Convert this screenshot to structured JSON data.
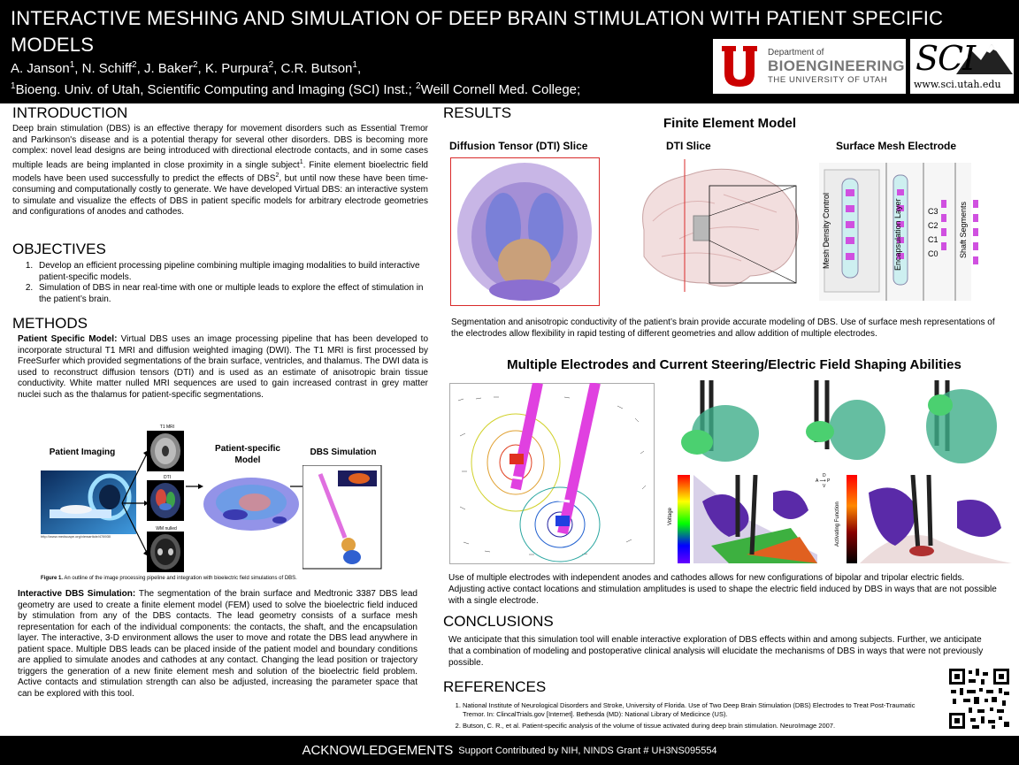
{
  "header": {
    "title": "INTERACTIVE MESHING AND SIMULATION OF DEEP BRAIN STIMULATION WITH PATIENT SPECIFIC MODELS",
    "authors": [
      {
        "name": "A. Janson",
        "sup": "1"
      },
      {
        "name": "N. Schiff",
        "sup": "2"
      },
      {
        "name": "J. Baker",
        "sup": "2"
      },
      {
        "name": "K. Purpura",
        "sup": "2"
      },
      {
        "name": "C.R. Butson",
        "sup": "1"
      }
    ],
    "affil_1_sup": "1",
    "affil_1": "Bioeng. Univ. of Utah, Scientific Computing and Imaging (SCI) Inst.; ",
    "affil_2_sup": "2",
    "affil_2": "Weill Cornell Med. College;",
    "logo_uofu": {
      "dept": "Department of",
      "name": "BIOENGINEERING",
      "univ": "THE UNIVERSITY OF UTAH"
    },
    "logo_sci": {
      "text": "SCI",
      "url": "www.sci.utah.edu"
    }
  },
  "intro": {
    "heading": "INTRODUCTION",
    "text_a": "Deep brain stimulation (DBS) is an effective therapy for movement disorders such as Essential Tremor and Parkinson's disease and is a potential therapy for several other disorders. DBS is becoming more complex: novel lead designs are being introduced with directional electrode contacts, and in some cases multiple leads are being implanted in close proximity in a single subject",
    "sup_a": "1",
    "text_b": ". Finite element bioelectric field models have been used successfully to predict the effects of DBS",
    "sup_b": "2",
    "text_c": ", but until now these have been time-consuming and computationally costly to generate. We have developed Virtual DBS: an interactive system to simulate and visualize the effects of DBS in patient specific models for arbitrary electrode geometries and configurations of anodes and cathodes."
  },
  "objectives": {
    "heading": "OBJECTIVES",
    "items": [
      "Develop an efficient processing pipeline combining multiple imaging modalities to build interactive patient-specific models.",
      "Simulation of DBS in near real-time with one or multiple leads to explore the effect of stimulation in the patient’s brain."
    ]
  },
  "methods": {
    "heading": "METHODS",
    "psm_label": "Patient Specific Model:",
    "psm_text": " Virtual DBS uses an image processing pipeline that has been developed to incorporate structural T1 MRI and diffusion weighted imaging (DWI). The T1 MRI is first processed by FreeSurfer which provided segmentations of the brain surface, ventricles, and thalamus. The DWI data is used to reconstruct diffusion tensors (DTI) and is used as an estimate of anisotropic brain tissue conductivity. White matter nulled MRI sequences are used to gain increased contrast in grey matter nuclei such as the thalamus for patient-specific segmentations.",
    "fig": {
      "patient_imaging": "Patient Imaging",
      "t1": "T1 MRI",
      "dti": "DTI",
      "wm": "WM nulled",
      "psm": "Patient-specific Model",
      "sim": "DBS Simulation",
      "url": "http://www.medscape.org/viewarticle/478930",
      "caption_label": "Figure 1.",
      "caption": " An outline of the image processing pipeline and integration with bioelectric field simulations of DBS."
    },
    "ids_label": "Interactive DBS Simulation:",
    "ids_text": " The segmentation of the brain surface and Medtronic 3387 DBS lead geometry are used to create a finite element model (FEM) used to solve the bioelectric field  induced by stimulation from any of the DBS contacts. The lead geometry consists of a surface mesh representation for each of the individual components: the contacts, the shaft, and the encapsulation layer. The interactive, 3-D environment allows the user to move and rotate the DBS lead anywhere in patient space. Multiple DBS leads can be placed inside of the patient model and boundary conditions are applied to simulate anodes and cathodes at any contact. Changing the lead position or trajectory triggers the generation of a new finite element mesh and solution of the bioelectric field problem. Active contacts and stimulation strength can also be adjusted, increasing the parameter space that can be explored with this tool."
  },
  "results": {
    "heading": "RESULTS",
    "fem_title": "Finite Element Model",
    "dti_slice_label": "Diffusion Tensor (DTI) Slice",
    "dti_label": "DTI Slice",
    "surface_label": "Surface Mesh Electrode",
    "mesh_labels": {
      "mesh_density": "Mesh Density Control",
      "encapsulation": "Encapsulation Layer",
      "shaft": "Shaft Segments",
      "contacts": [
        "C3",
        "C2",
        "C1",
        "C0"
      ]
    },
    "fem_caption": "Segmentation and anisotropic conductivity of the patient’s brain provide accurate modeling of DBS. Use of surface mesh representations of the electrodes allow flexibility in rapid testing of different geometries and allow addition of multiple electrodes.",
    "multi_title": "Multiple Electrodes and Current Steering/Electric Field Shaping Abilities",
    "voltage_label": "Voltage",
    "af_label": "Activating Function",
    "multi_caption": "Use of multiple electrodes with independent anodes and cathodes allows for new configurations of bipolar and tripolar electric fields. Adjusting active contact locations and stimulation amplitudes is used to shape the electric field induced by DBS in ways that are not possible with a single electrode."
  },
  "conclusions": {
    "heading": "CONCLUSIONS",
    "text": "We anticipate that this simulation tool will enable interactive exploration of DBS effects within and among subjects. Further, we anticipate that a combination of modeling and postoperative clinical analysis will elucidate the mechanisms of DBS in ways that were not previously possible."
  },
  "references": {
    "heading": "REFERENCES",
    "items": [
      "National Institute of Neurological Disorders and Stroke, University of Florida. Use of Two Deep Brain Stimulation (DBS) Electrodes to Treat Post-Traumatic Tremor. In: ClincalTrials.gov [Internet]. Bethesda (MD): National Library of Medicince (US).",
      "Butson, C. R., et al. Patient-specific analysis of the volume of tissue activated during deep brain stimulation. NeuroImage 2007."
    ]
  },
  "footer": {
    "heading": "ACKNOWLEDGEMENTS",
    "text": "Support Contributed by NIH, NINDS Grant # UH3NS095554"
  },
  "colors": {
    "uofu_red": "#cc0000",
    "electrode_magenta": "#e040e0",
    "field_green": "#3fae8a"
  }
}
